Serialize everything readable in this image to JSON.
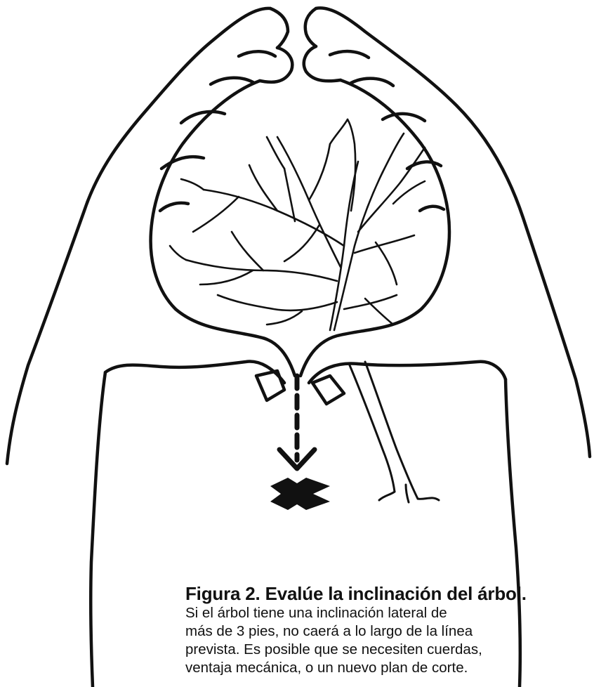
{
  "caption": {
    "title": "Figura 2. Evalúe la inclinación del árbol.",
    "lines": [
      "Si el árbol tiene una inclinación lateral de",
      "más de 3 pies, no caerá a lo largo de la línea",
      "prevista. Es posible que se necesiten cuerdas,",
      "ventaja mecánica, o un nuevo plan de corte."
    ]
  },
  "colors": {
    "ink": "#111111",
    "paper": "#ffffff"
  },
  "icons": [
    "hands-outline",
    "tree",
    "down-arrow-icon",
    "x-mark-icon"
  ]
}
